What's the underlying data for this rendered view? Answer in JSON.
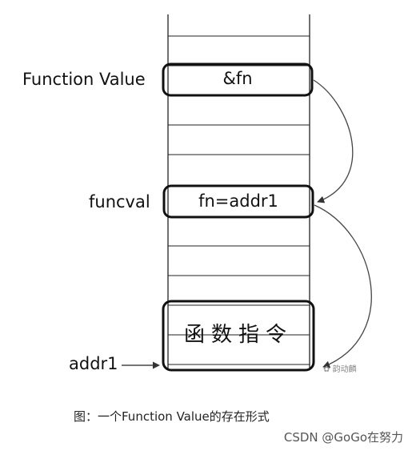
{
  "labels": {
    "function_value": "Function Value",
    "funcval": "funcval",
    "addr1": "addr1"
  },
  "boxes": {
    "fn_pointer": "&fn",
    "fn_assign": "fn=addr1",
    "function_instructions": "函数指令"
  },
  "caption": "图：一个Function Value的存在形式",
  "footer": "CSDN @GoGo在努力",
  "watermark": "韵动麟"
}
